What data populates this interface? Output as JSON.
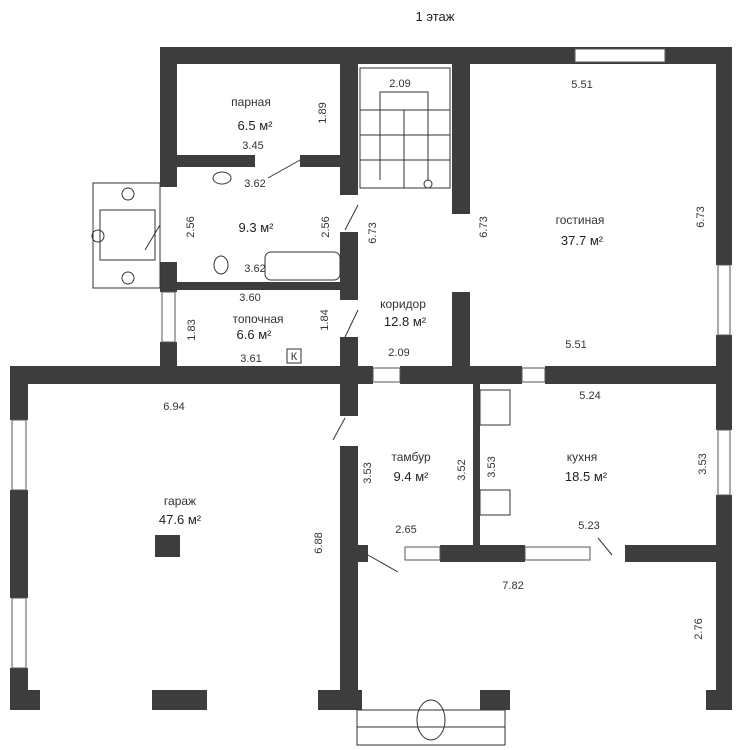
{
  "title": "1 этаж",
  "rooms": [
    {
      "name": "парная",
      "area": "6.5 м²"
    },
    {
      "name": "",
      "area": "9.3 м²"
    },
    {
      "name": "топочная",
      "area": "6.6 м²"
    },
    {
      "name": "коридор",
      "area": "12.8 м²"
    },
    {
      "name": "гостиная",
      "area": "37.7 м²"
    },
    {
      "name": "гараж",
      "area": "47.6 м²"
    },
    {
      "name": "тамбур",
      "area": "9.4 м²"
    },
    {
      "name": "кухня",
      "area": "18.5 м²"
    }
  ],
  "dims": {
    "parnaya_h": "1.89",
    "parnaya_w": "3.45",
    "bath_top": "3.62",
    "bath_left": "2.56",
    "bath_right": "2.56",
    "bath_bottom": "3.62",
    "top_w": "3.60",
    "top_left": "1.83",
    "top_right": "1.84",
    "top_bottom": "3.61",
    "stairs_w": "2.09",
    "corr_h": "6.73",
    "corr_w": "2.09",
    "liv_top": "5.51",
    "liv_left": "6.73",
    "liv_right": "6.73",
    "liv_bottom": "5.51",
    "gar_top": "6.94",
    "gar_right": "6.88",
    "tam_left": "3.53",
    "tam_right": "3.52",
    "tam_bottom": "2.65",
    "kit_top": "5.24",
    "kit_left": "3.53",
    "kit_right": "3.53",
    "kit_bottom": "5.23",
    "ter_w": "7.82",
    "ter_h": "2.76"
  },
  "boiler_mark": "К"
}
